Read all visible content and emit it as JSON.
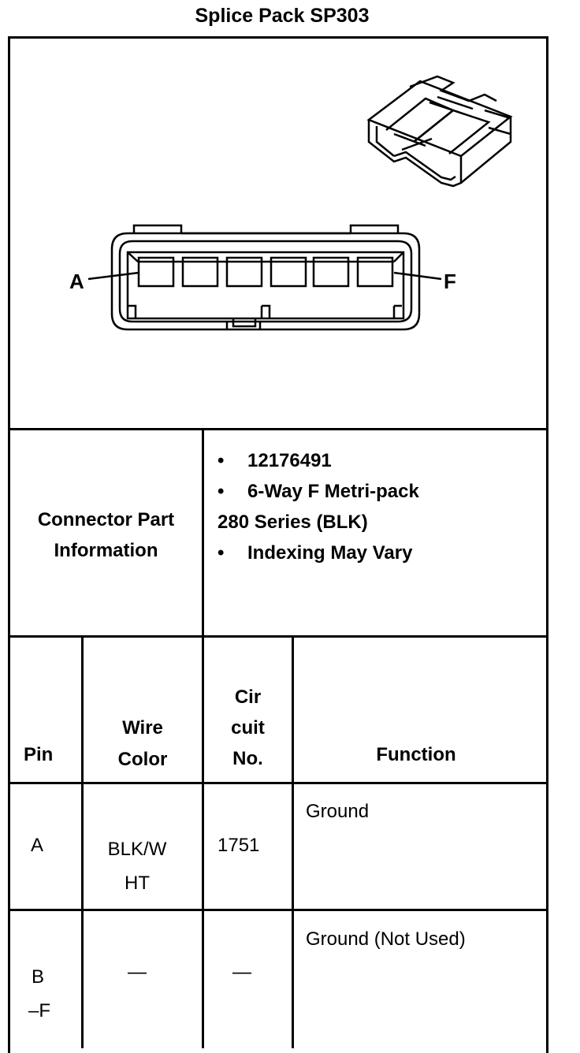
{
  "title": "Splice Pack SP303",
  "diagram": {
    "label_left": "A",
    "label_right": "F"
  },
  "connector_info": {
    "label_line1": "Connector Part",
    "label_line2": "Information",
    "bullets": [
      "12176491",
      "6-Way F Metri-pack",
      "Indexing May Vary"
    ],
    "continuation": "280 Series (BLK)"
  },
  "table": {
    "headers": {
      "pin": "Pin",
      "wire_color_1": "Wire",
      "wire_color_2": "Color",
      "circuit_1": "Cir",
      "circuit_2": "cuit",
      "circuit_3": "No.",
      "function": "Function"
    },
    "rows": [
      {
        "pin": "A",
        "pin2": "",
        "wire1": "BLK/W",
        "wire2": "HT",
        "circuit": "1751",
        "function": "Ground"
      },
      {
        "pin": "B",
        "pin2": "–F",
        "wire1": "—",
        "wire2": "",
        "circuit": "—",
        "function": "Ground (Not Used)"
      }
    ]
  }
}
